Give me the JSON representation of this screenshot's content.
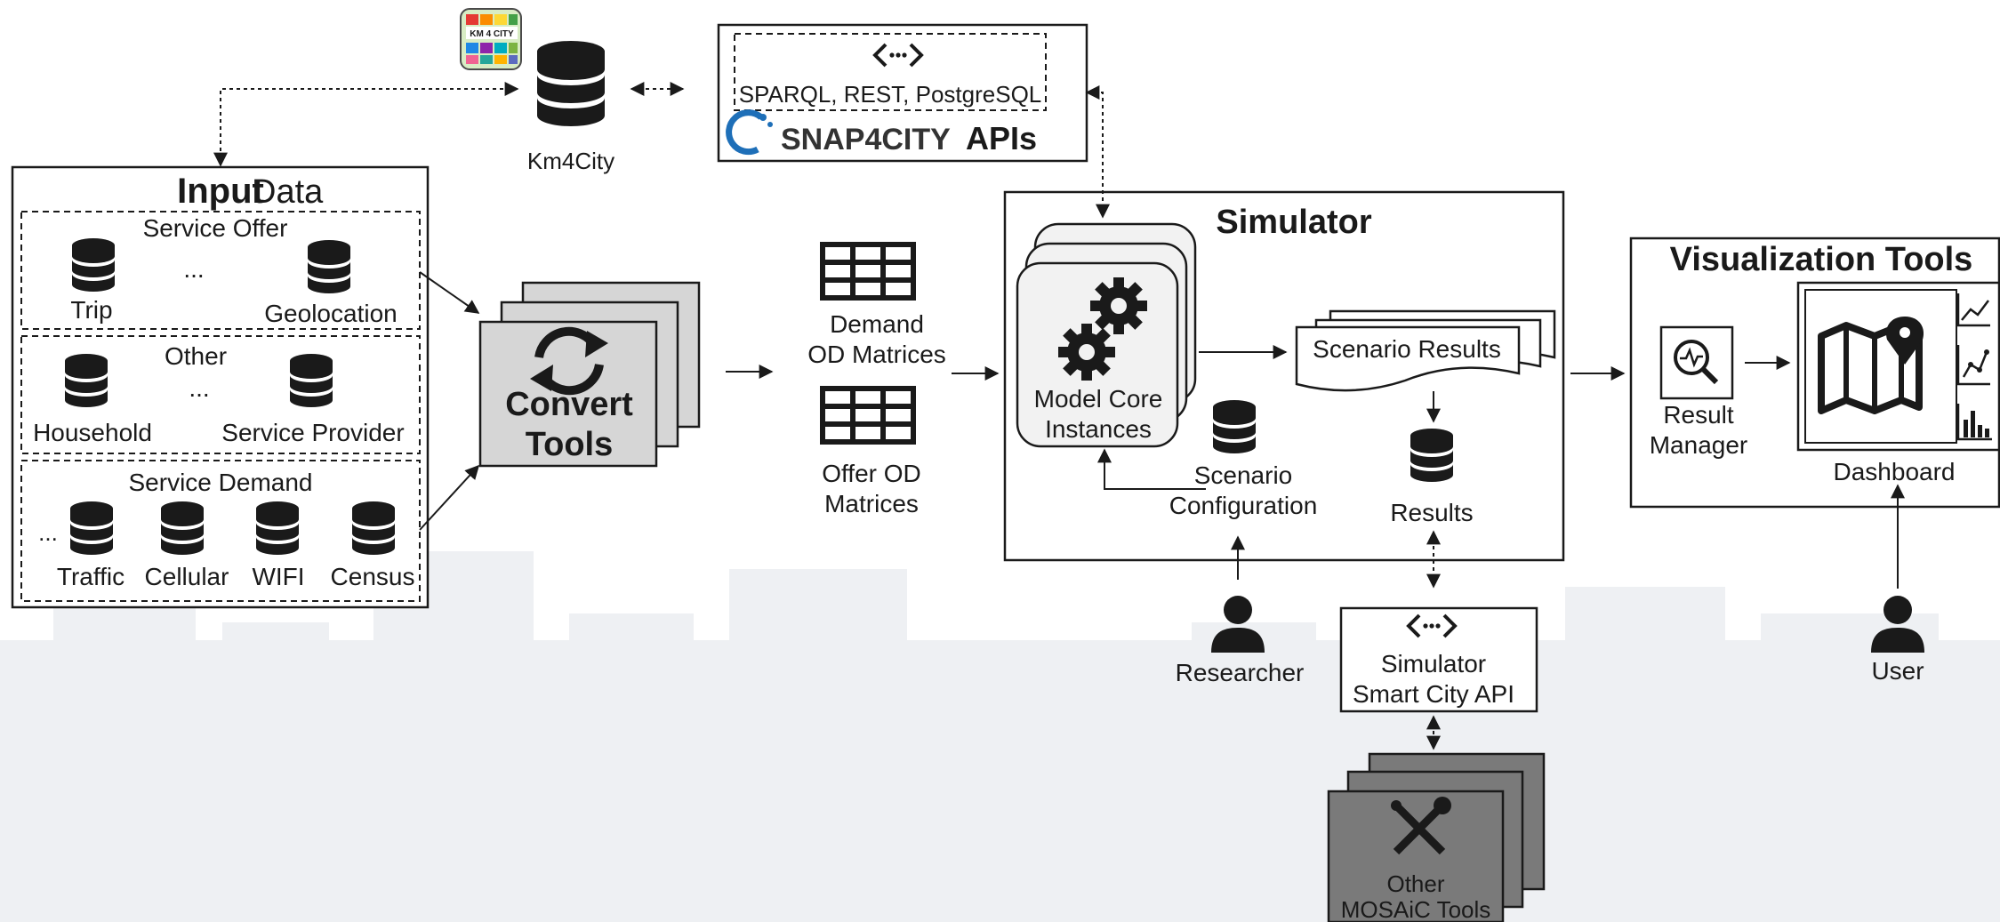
{
  "km4city": {
    "logo_text_top": "KM 4 CITY",
    "label": "Km4City"
  },
  "apis": {
    "protocols": "SPARQL, REST,  PostgreSQL",
    "brand": "SNAP4CITY",
    "suffix": "APIs"
  },
  "input_data": {
    "title_bold": "Input",
    "title_regular": "Data",
    "service_offer": {
      "heading": "Service Offer",
      "items": [
        "Trip",
        "Geolocation"
      ],
      "ellipsis": "..."
    },
    "other": {
      "heading": "Other",
      "items": [
        "Household",
        "Service Provider"
      ],
      "ellipsis": "..."
    },
    "service_demand": {
      "heading": "Service Demand",
      "items": [
        "Traffic",
        "Cellular",
        "WIFI",
        "Census"
      ],
      "ellipsis": "..."
    }
  },
  "convert_tools": {
    "line1": "Convert",
    "line2": "Tools"
  },
  "matrices": {
    "demand_line1": "Demand",
    "demand_line2": "OD Matrices",
    "offer_line1": "Offer OD",
    "offer_line2": "Matrices"
  },
  "simulator": {
    "title": "Simulator",
    "model_core_line1": "Model Core",
    "model_core_line2": "Instances",
    "scenario_results": "Scenario Results",
    "scenario_config_line1": "Scenario",
    "scenario_config_line2": "Configuration",
    "results": "Results"
  },
  "researcher": {
    "label": "Researcher"
  },
  "smart_city_api": {
    "line1": "Simulator",
    "line2": "Smart City API"
  },
  "other_tools": {
    "line1": "Other",
    "line2": "MOSAiC Tools"
  },
  "visualization": {
    "title": "Visualization Tools",
    "result_manager_line1": "Result",
    "result_manager_line2": "Manager",
    "dashboard": "Dashboard"
  },
  "user": {
    "label": "User"
  },
  "colors": {
    "ink": "#1a1a1a",
    "box_gray": "#d6d6d6",
    "dark_gray": "#7a7a7a",
    "model_core_fill": "#f2f2f2",
    "snap_blue": "#1e6fb8",
    "skyline": "#eef0f3"
  }
}
